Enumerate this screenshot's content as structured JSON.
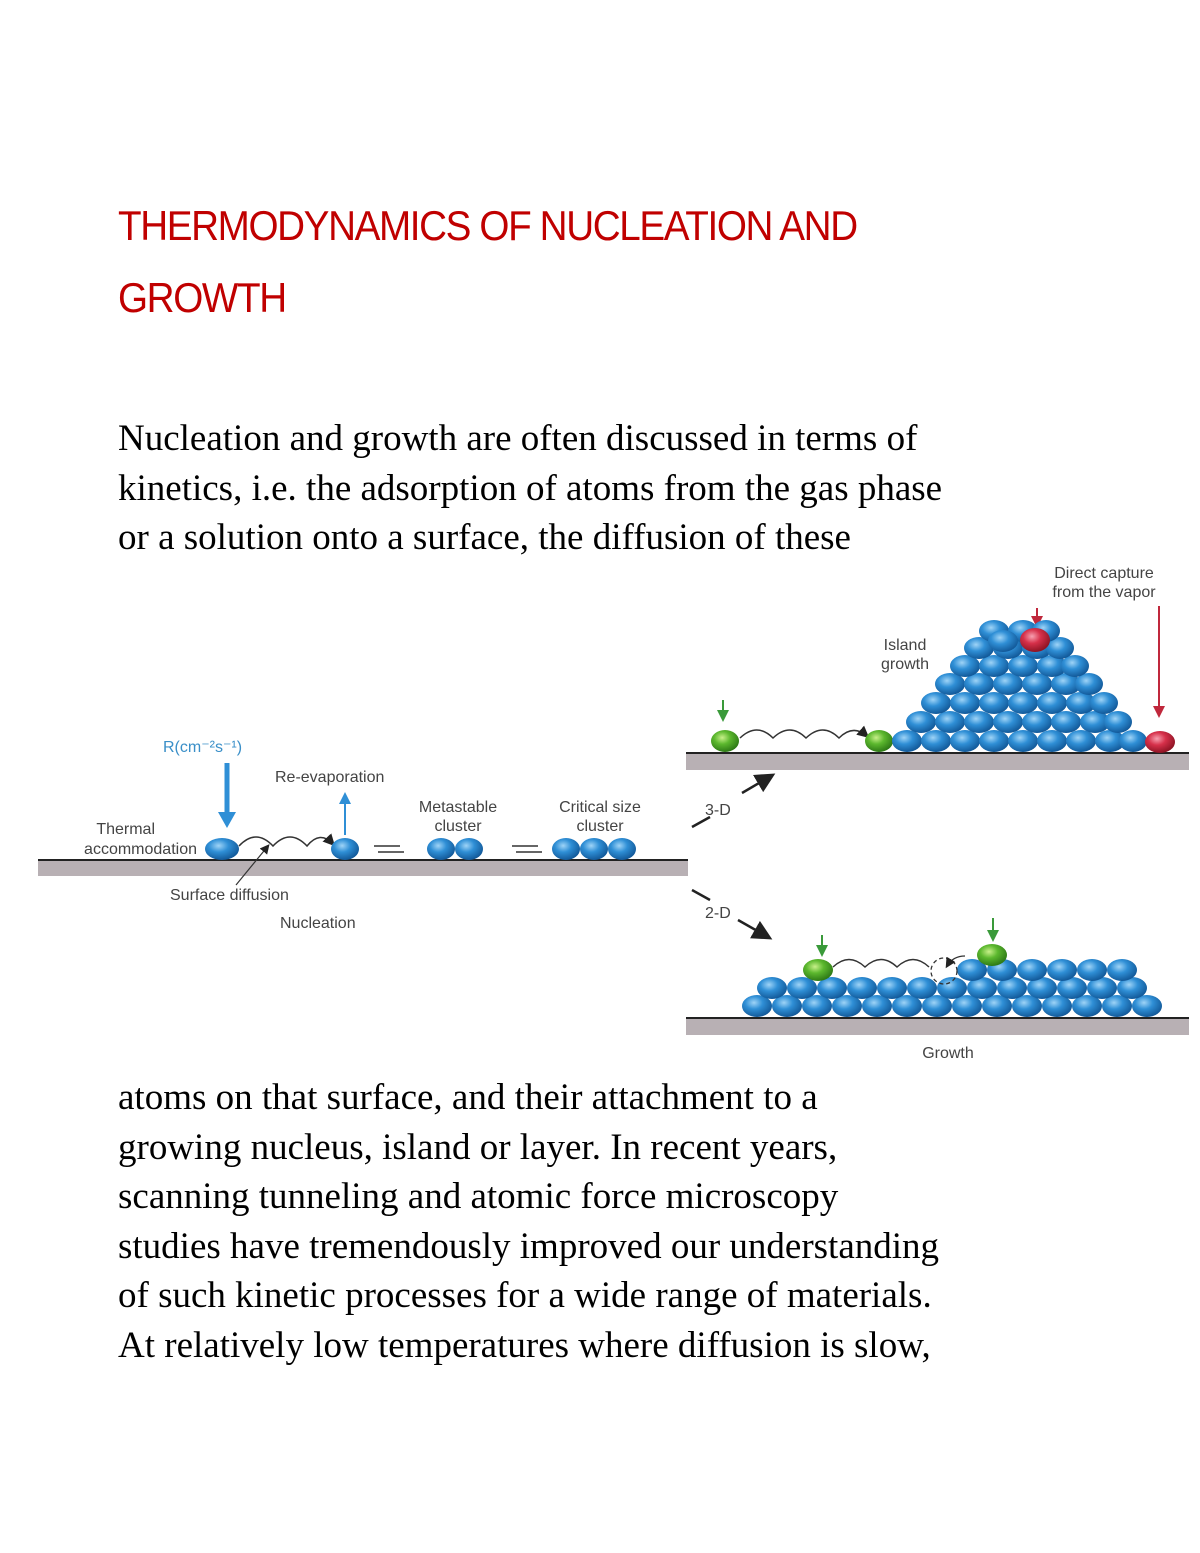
{
  "title": {
    "line1": "THERMODYNAMICS OF NUCLEATION AND",
    "line2": "GROWTH",
    "color": "#c00000"
  },
  "paragraph1": {
    "lines": [
      "Nucleation and growth are often discussed in terms of",
      "kinetics, i.e. the adsorption of atoms from the gas phase",
      "or a solution onto a surface, the diffusion of these"
    ]
  },
  "figure": {
    "labels": {
      "rate": "R(cm⁻²s⁻¹)",
      "re_evaporation": "Re-evaporation",
      "thermal1": "Thermal",
      "thermal2": "accommodation",
      "metastable1": "Metastable",
      "metastable2": "cluster",
      "critical1": "Critical size",
      "critical2": "cluster",
      "surface_diffusion": "Surface diffusion",
      "nucleation": "Nucleation",
      "three_d": "3-D",
      "two_d": "2-D",
      "island1": "Island",
      "island2": "growth",
      "direct1": "Direct capture",
      "direct2": "from the vapor",
      "growth": "Growth"
    },
    "colors": {
      "atom_blue": "#2f8fd6",
      "atom_green": "#5cb82e",
      "atom_red": "#d6304a",
      "substrate": "#b8b0b4",
      "rate_arrow": "#2f8fd6",
      "capture_arrow": "#c0283c",
      "deposit_arrow": "#3a9a3a"
    }
  },
  "paragraph2": {
    "lines": [
      "atoms on that surface, and their attachment to a",
      "growing nucleus, island or layer. In recent years,",
      "scanning tunneling and atomic force microscopy",
      "studies have tremendously improved our understanding",
      "of such kinetic processes for a wide range of materials.",
      "At relatively low temperatures where diffusion is slow,"
    ]
  }
}
